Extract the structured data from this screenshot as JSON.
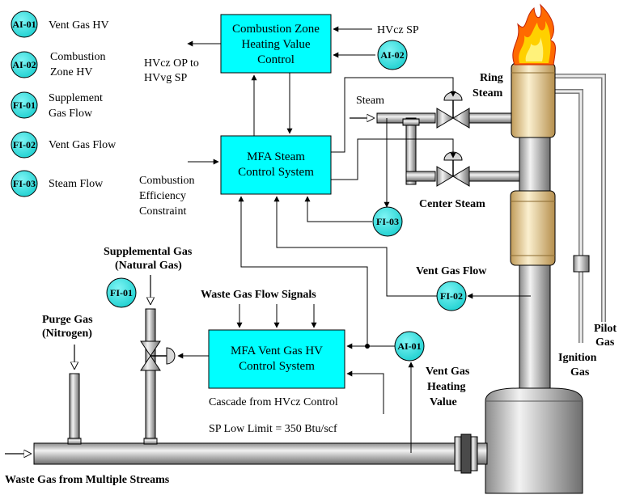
{
  "legend": [
    {
      "tag": "AI-01",
      "text": [
        "Vent Gas HV"
      ]
    },
    {
      "tag": "AI-02",
      "text": [
        "Combustion",
        "Zone HV"
      ]
    },
    {
      "tag": "FI-01",
      "text": [
        "Supplement",
        "Gas Flow"
      ]
    },
    {
      "tag": "FI-02",
      "text": [
        "Vent Gas Flow"
      ]
    },
    {
      "tag": "FI-03",
      "text": [
        "Steam Flow"
      ]
    }
  ],
  "boxes": {
    "czhv": [
      "Combustion Zone",
      "Heating Value",
      "Control"
    ],
    "steam": [
      "MFA Steam",
      "Control System"
    ],
    "vent": [
      "MFA Vent Gas HV",
      "Control System"
    ]
  },
  "instruments": {
    "ai02": "AI-02",
    "fi03": "FI-03",
    "fi02": "FI-02",
    "fi01": "FI-01",
    "ai01": "AI-01"
  },
  "labels": {
    "hvcz_sp": "HVcz SP",
    "hvcz_op": [
      "HVcz OP to",
      "HVvg SP"
    ],
    "combustion_eff": [
      "Combustion",
      "Efficiency",
      "Constraint"
    ],
    "steam": "Steam",
    "ring_steam": [
      "Ring",
      "Steam"
    ],
    "center_steam": "Center Steam",
    "vent_gas_flow": "Vent Gas Flow",
    "supplemental_gas": [
      "Supplemental Gas",
      "(Natural Gas)"
    ],
    "waste_gas_flow_signals": "Waste Gas Flow Signals",
    "purge_gas": [
      "Purge Gas",
      "(Nitrogen)"
    ],
    "cascade": "Cascade from HVcz Control",
    "sp_low_limit": "SP Low Limit = 350 Btu/scf",
    "vent_gas_hv": [
      "Vent Gas",
      "Heating",
      "Value"
    ],
    "pilot_gas": [
      "Pilot",
      "Gas"
    ],
    "ignition_gas": [
      "Ignition",
      "Gas"
    ],
    "waste_gas_multi": "Waste Gas from Multiple Streams"
  },
  "colors": {
    "box_fill": "#00ffff",
    "circle_fill": "#33e6e6",
    "pipe_light": "#e8e8e8",
    "pipe_dark": "#7f7f7f",
    "tan_light": "#f4e3b8",
    "tan_dark": "#c4a060",
    "flame_orange": "#ff6a00",
    "flame_yellow": "#ffd000"
  }
}
